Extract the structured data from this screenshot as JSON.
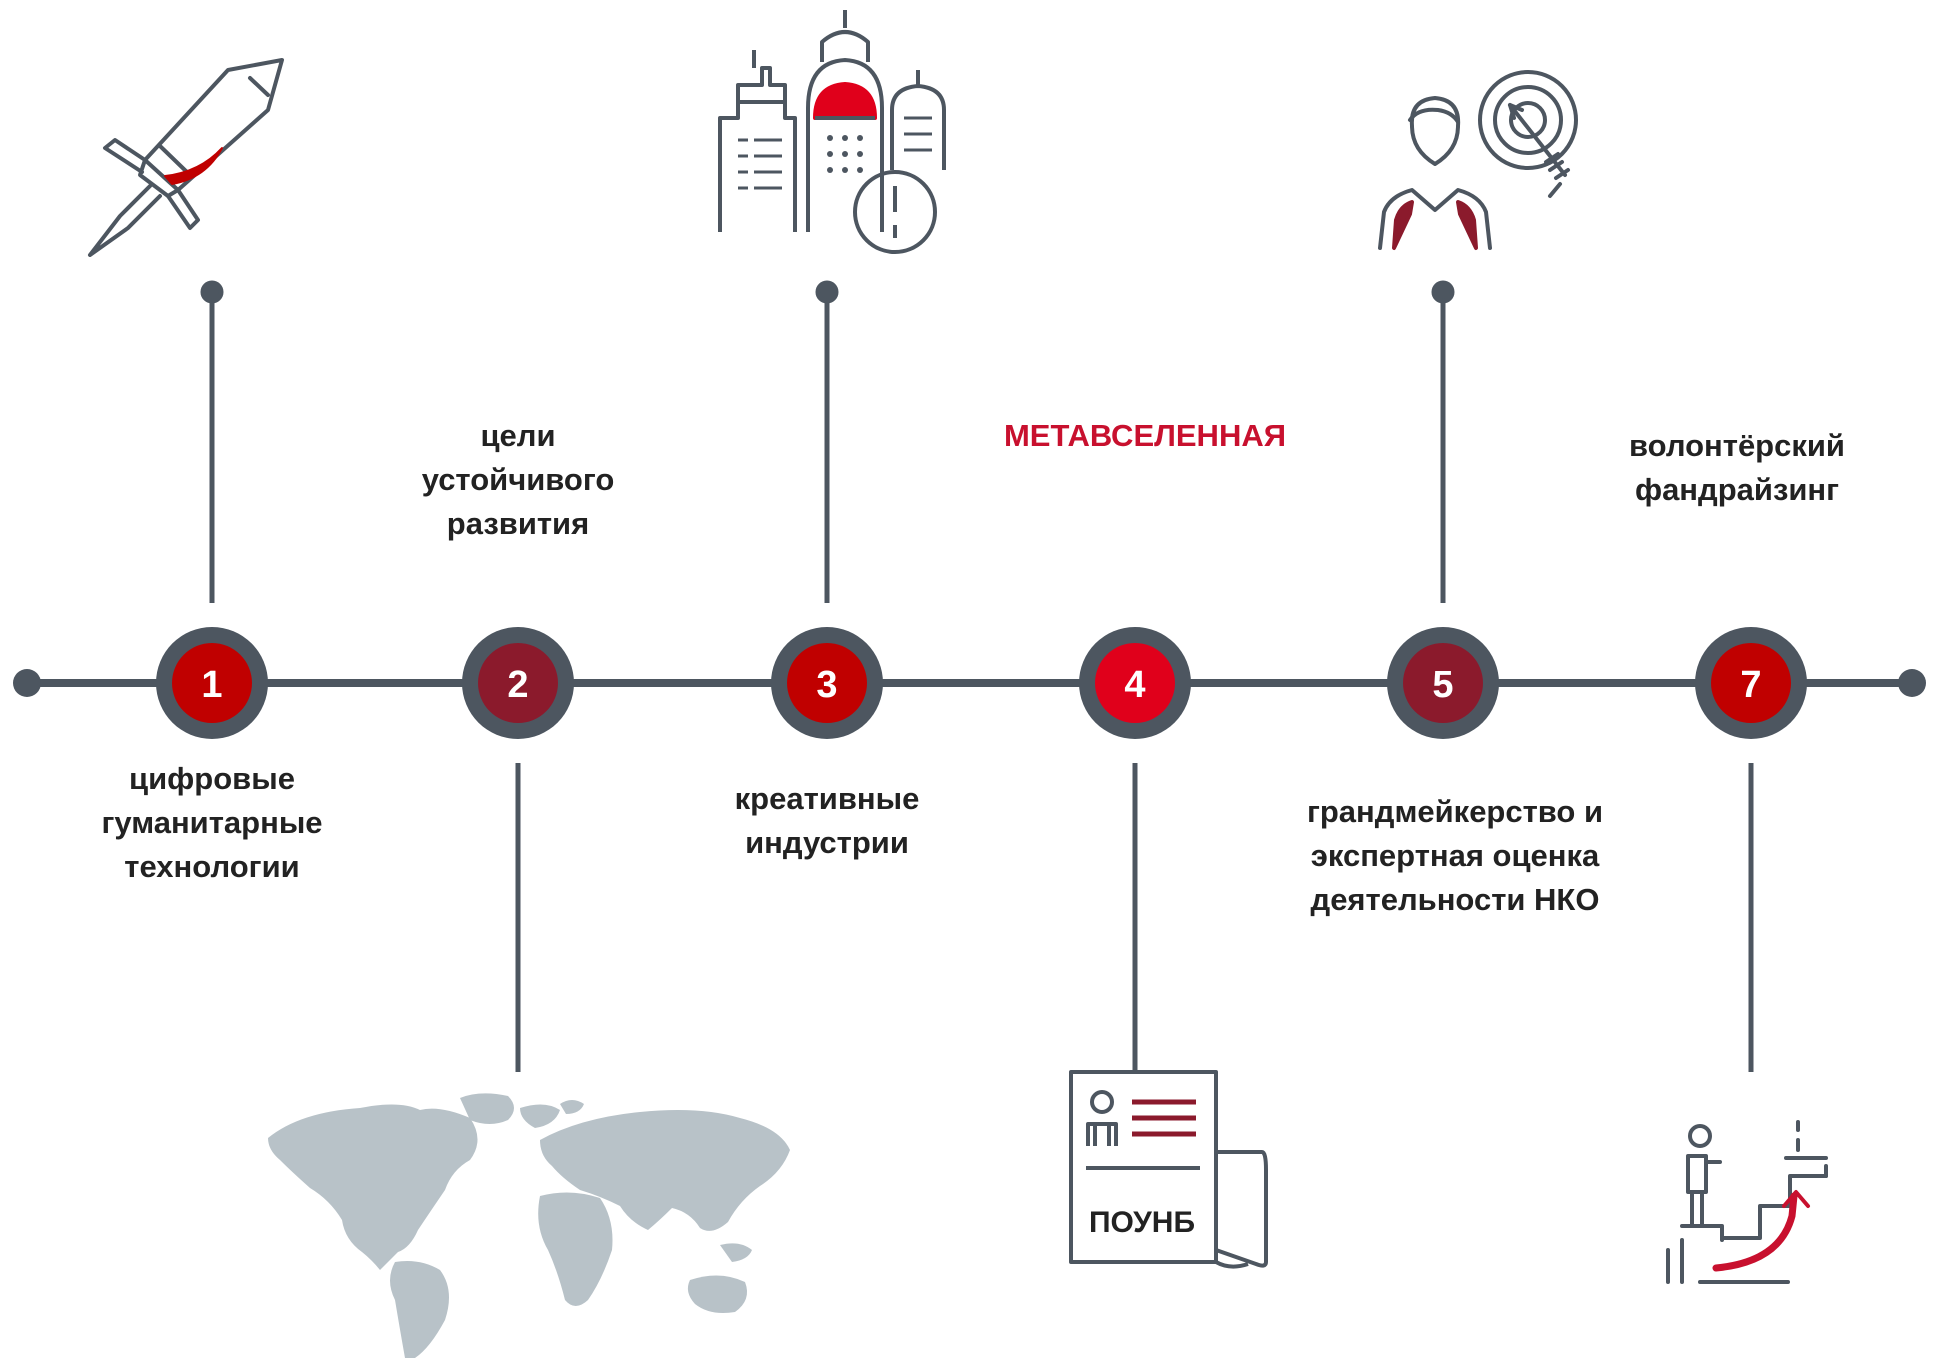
{
  "timeline": {
    "nodes": [
      {
        "number": "1",
        "fill": "#c00000"
      },
      {
        "number": "2",
        "fill": "#8b1a2c"
      },
      {
        "number": "3",
        "fill": "#c00000"
      },
      {
        "number": "4",
        "fill": "#e0001b"
      },
      {
        "number": "5",
        "fill": "#8b1a2c"
      },
      {
        "number": "7",
        "fill": "#c00000"
      }
    ]
  },
  "topics": {
    "t1": "цифровые\nгуманитарные\nтехнологии",
    "t2": "цели\nустойчивого\nразвития",
    "t3": "креативные\nиндустрии",
    "t4": "МЕТАВСЕЛЕННАЯ",
    "t5": "грандмейкерство и\nэкспертная оценка\nдеятельности НКО",
    "t7": "волонтёрский\nфандрайзинг"
  },
  "icons": {
    "i1": "rocket-icon",
    "i2": "world-map-icon",
    "i3": "city-icon",
    "i4": "document-icon",
    "i5": "target-person-icon",
    "i7": "career-stairs-icon"
  },
  "document_label": "ПОУНБ",
  "colors": {
    "line": "#4d5660",
    "accent_red": "#c8102e",
    "dark_red": "#8b1a2c",
    "map_gray": "#b8c2c8",
    "text": "#222222"
  }
}
